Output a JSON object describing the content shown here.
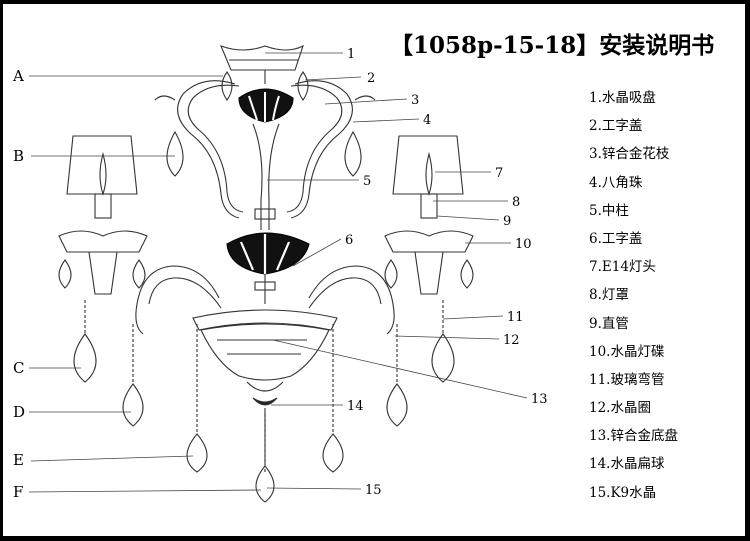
{
  "title": "【1058p-15-18】安装说明书",
  "parts": [
    "1.水晶吸盘",
    "2.工字盖",
    "3.锌合金花枝",
    "4.八角珠",
    "5.中柱",
    "6.工字盖",
    "7.E14灯头",
    "8.灯罩",
    "9.直管",
    "10.水晶灯碟",
    "11.玻璃弯管",
    "12.水晶圈",
    "13.锌合金底盘",
    "14.水晶扁球",
    "15.K9水晶"
  ],
  "callout_numbers": [
    "1",
    "2",
    "3",
    "4",
    "5",
    "6",
    "7",
    "8",
    "9",
    "10",
    "11",
    "12",
    "13",
    "14",
    "15"
  ],
  "letter_labels": [
    "A",
    "B",
    "C",
    "D",
    "E",
    "F"
  ]
}
